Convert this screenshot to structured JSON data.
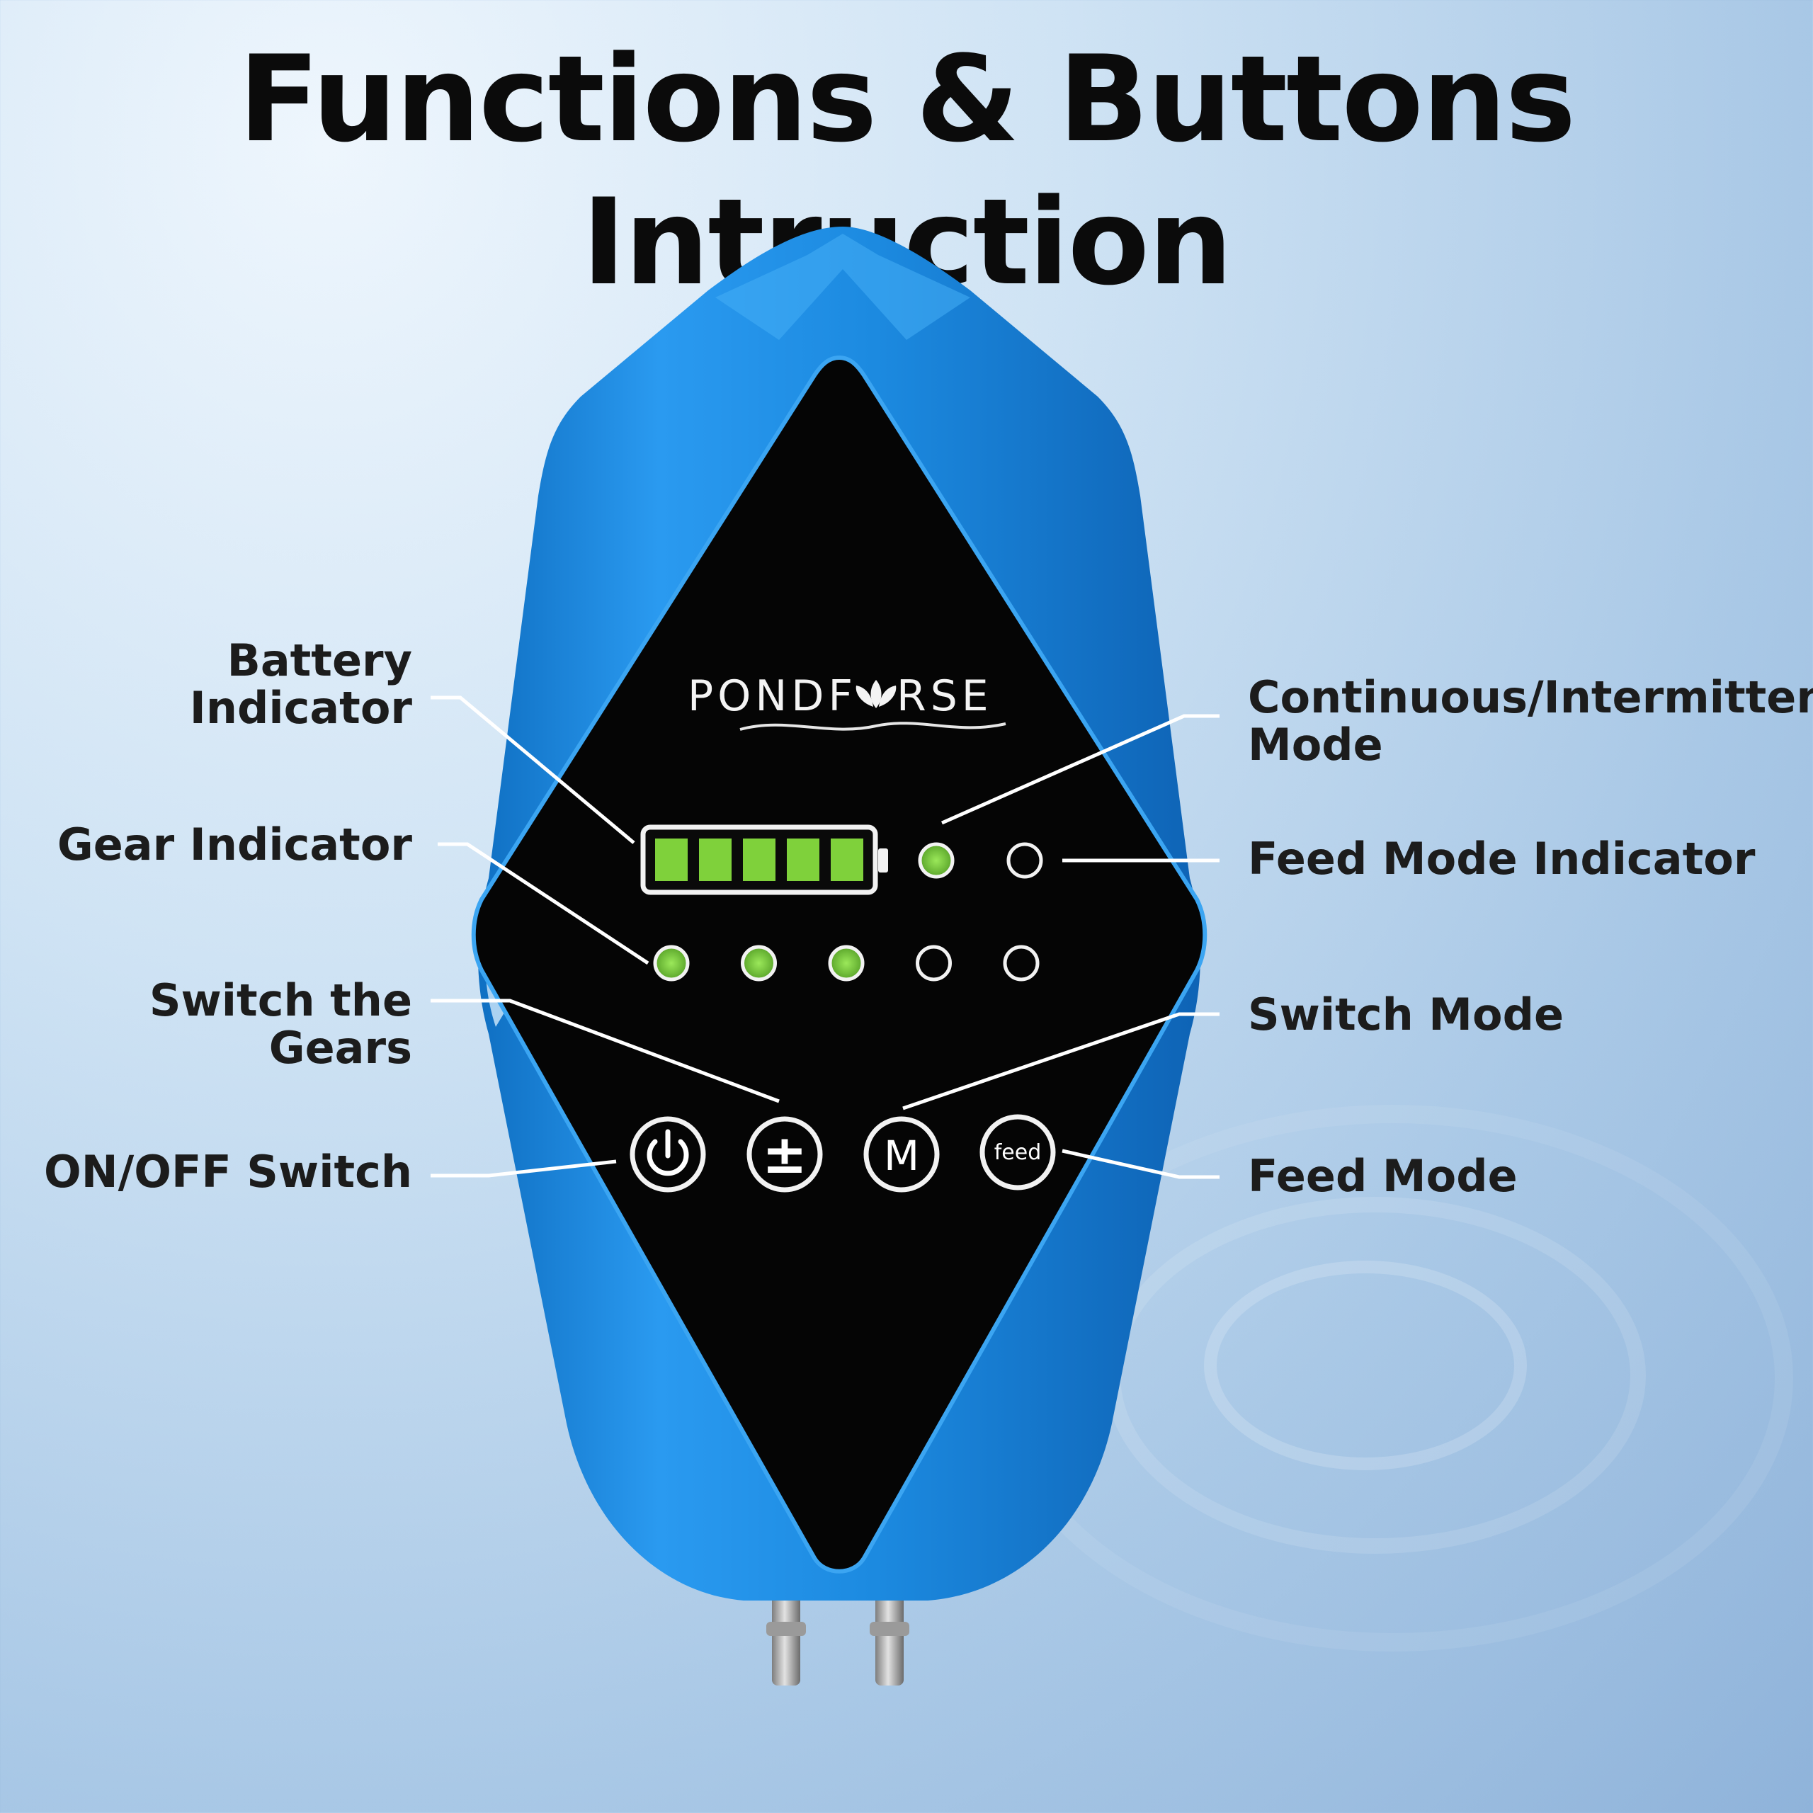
{
  "title": "Functions & Buttons Intruction",
  "brand": {
    "name_left": "PONDF",
    "name_right": "RSE"
  },
  "labels": {
    "battery_indicator": [
      "Battery",
      "Indicator"
    ],
    "gear_indicator": "Gear Indicator",
    "switch_gears": "Switch the Gears",
    "on_off_switch": "ON/OFF Switch",
    "continuous_mode": [
      "Continuous/Intermittent",
      "Mode"
    ],
    "feed_mode_indicator": "Feed Mode Indicator",
    "switch_mode": "Switch Mode",
    "feed_mode": "Feed Mode"
  },
  "buttons": {
    "plus_minus": "±",
    "mode": "M",
    "feed": "feed"
  },
  "status": {
    "battery_level": 1.0,
    "gear_level": 3,
    "gear_total": 5,
    "continuous_mode_on": true,
    "feed_mode_on": false
  },
  "colors": {
    "device_blue": "#1e90e6",
    "panel_black": "#050505",
    "led_green": "#7fd13b",
    "callout_line": "#ffffff"
  }
}
